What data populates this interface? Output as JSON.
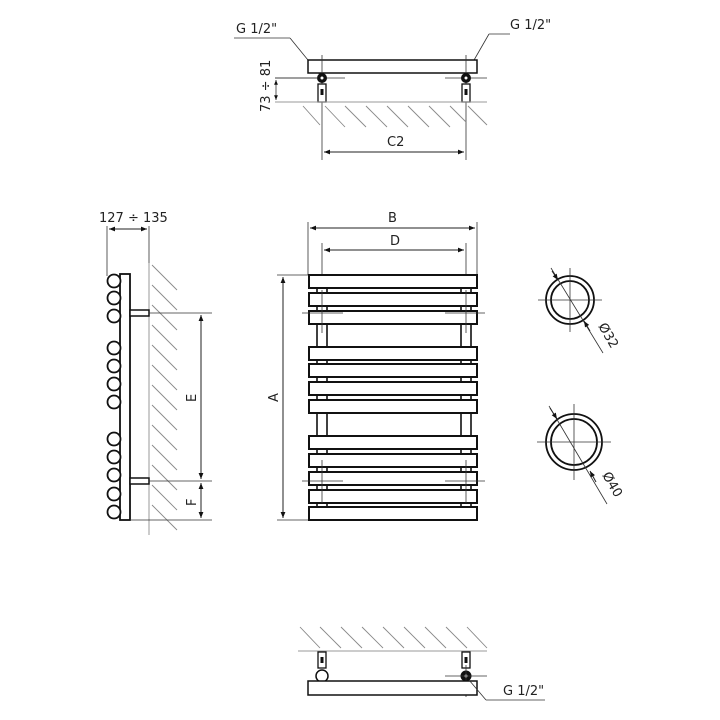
{
  "drawing": {
    "title": "Towel radiator technical drawing",
    "top_view": {
      "connection_left_label": "G 1/2\"",
      "connection_right_label": "G 1/2\"",
      "wall_distance_label": "73 ÷ 81",
      "axis_spacing_label": "C2"
    },
    "side_view": {
      "depth_label": "127 ÷ 135",
      "mount_spacing_label": "E",
      "bottom_offset_label": "F"
    },
    "front_view": {
      "width_label": "B",
      "axis_width_label": "D",
      "height_label": "A",
      "bar_groups": [
        3,
        4,
        5
      ]
    },
    "tube_details": [
      {
        "label": "Ø32"
      },
      {
        "label": "Ø40"
      }
    ],
    "bottom_view": {
      "connection_label": "G 1/2\""
    }
  }
}
